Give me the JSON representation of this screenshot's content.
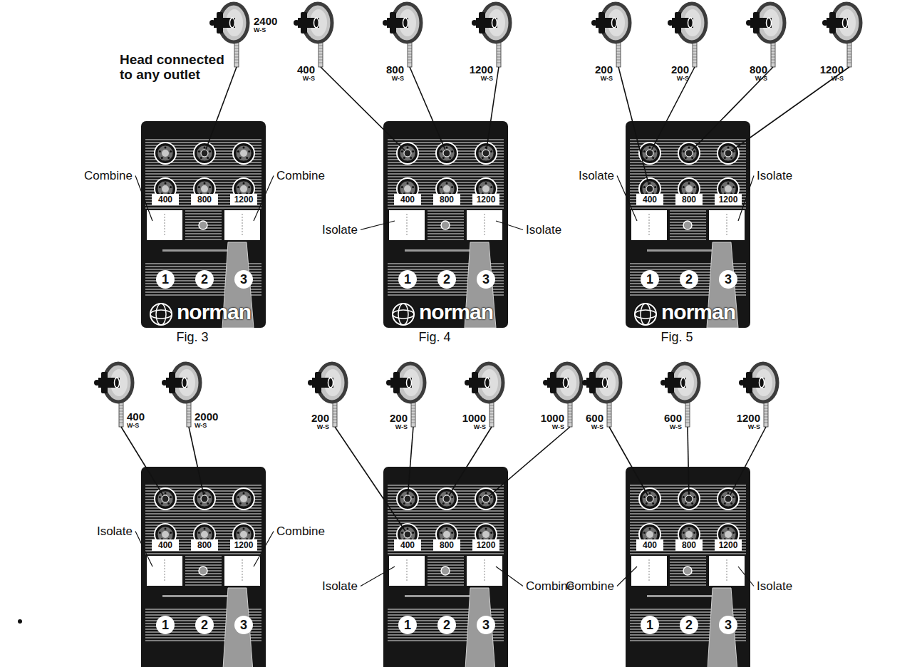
{
  "diagram": {
    "nodes": [
      {
        "text": [
          "400",
          "800",
          "1200",
          "1",
          "2",
          "3",
          "norman"
        ]
      },
      {
        "text": [
          "400",
          "800",
          "1200",
          "1",
          "2",
          "3",
          "norman"
        ]
      },
      {
        "text": [
          "400",
          "800",
          "1200",
          "1",
          "2",
          "3",
          "norman"
        ]
      },
      {
        "text": [
          "400",
          "800",
          "1200",
          "1",
          "2",
          "3"
        ]
      },
      {
        "text": [
          "400",
          "800",
          "1200",
          "1",
          "2",
          "3"
        ]
      },
      {
        "text": [
          "400",
          "800",
          "1200",
          "1",
          "2",
          "3"
        ]
      }
    ],
    "labels": [
      "Head connected to any outlet",
      "2400",
      "W-S",
      "Combine",
      "Combine",
      "Fig. 3",
      "400",
      "W-S",
      "800",
      "W-S",
      "1200",
      "W-S",
      "Isolate",
      "Isolate",
      "Fig. 4",
      "200",
      "W-S",
      "200",
      "W-S",
      "800",
      "W-S",
      "1200",
      "W-S",
      "Isolate",
      "Isolate",
      "Fig. 5",
      "400",
      "W-S",
      "2000",
      "W-S",
      "Isolate",
      "Combine",
      "200",
      "W-S",
      "200",
      "W-S",
      "1000",
      "W-S",
      "1000",
      "W-S",
      "Isolate",
      "Combine",
      "600",
      "W-S",
      "600",
      "W-S",
      "1200",
      "W-S",
      "Combine",
      "Isolate"
    ]
  }
}
